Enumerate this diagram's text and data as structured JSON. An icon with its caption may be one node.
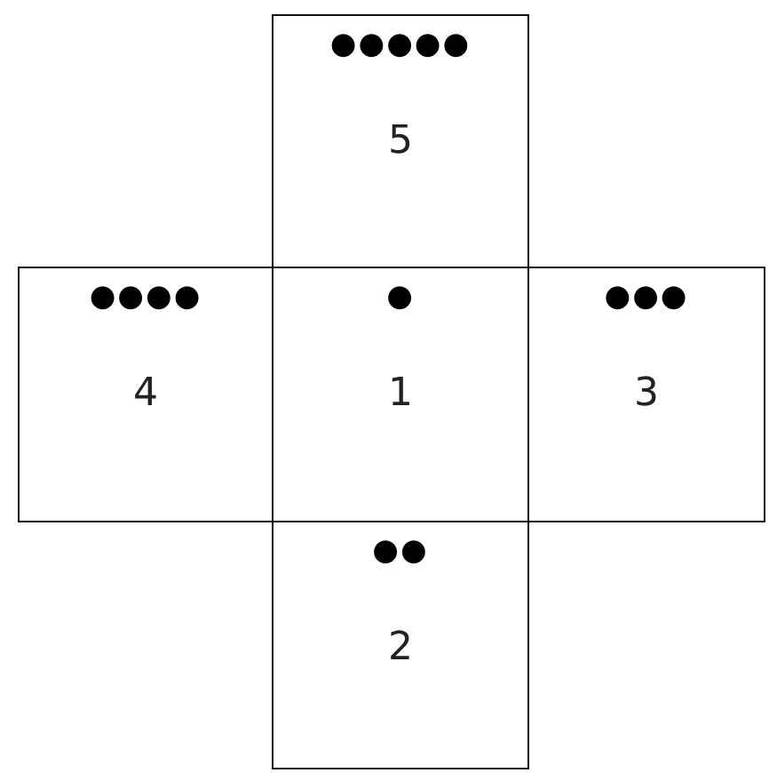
{
  "diagram": {
    "nodes": [
      {
        "text": [
          "●●●●●",
          "5"
        ]
      },
      {
        "text": [
          "●●●●",
          "4"
        ]
      },
      {
        "text": [
          "●",
          "1"
        ]
      },
      {
        "text": [
          "●●●",
          "3"
        ]
      },
      {
        "text": [
          "●●",
          "2"
        ]
      }
    ]
  }
}
